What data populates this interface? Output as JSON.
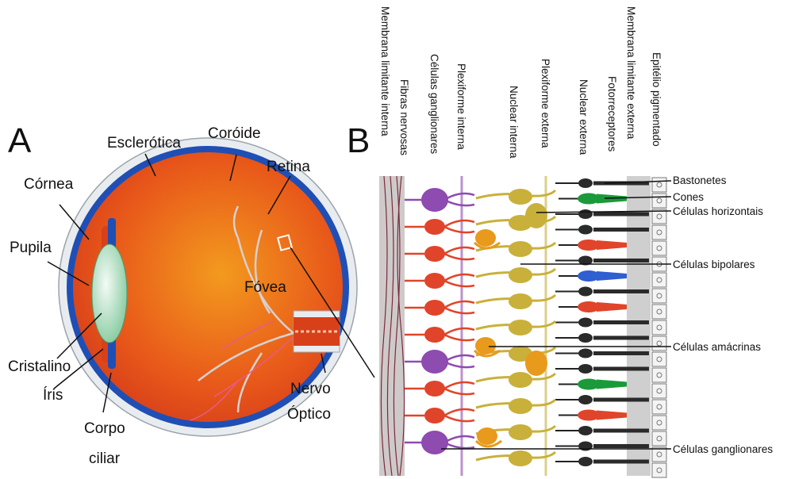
{
  "panels": {
    "a": "A",
    "b": "B"
  },
  "eye_labels": {
    "esclerotica": "Esclerótica",
    "coroide": "Coróide",
    "cornea": "Córnea",
    "retina": "Retina",
    "pupila": "Pupila",
    "fovea": "Fóvea",
    "cristalino": "Cristalino",
    "iris": "Íris",
    "corpo_line1": "Corpo",
    "corpo_line2": "ciliar",
    "nervo_line1": "Nervo",
    "nervo_line2": "Óptico"
  },
  "layer_labels": [
    "Membrana limitante interna",
    "Fibras nervosas",
    "Células ganglionares",
    "Plexiforme interna",
    "Nuclear interna",
    "Plexiforme externa",
    "Nuclear externa",
    "Fotorreceptores",
    "Membrana limitante externa",
    "Epitélio pigmentado"
  ],
  "cell_labels": {
    "bastonetes": "Bastonetes",
    "cones": "Cones",
    "horizontais": "Células horizontais",
    "bipolares": "Células bipolares",
    "amacrinas": "Células amácrinas",
    "ganglionares": "Células ganglionares"
  },
  "colors": {
    "sclera": "#e9ecef",
    "choroid": "#1f4fb5",
    "eyeball": "#e8581a",
    "ganglion": "#8e4bb0",
    "bipolar": "#c9b03a",
    "amacrine": "#e89a1c",
    "rod": "#2a2a2a",
    "cone_green": "#1a9a3a",
    "cone_red": "#e0442a",
    "cone_blue": "#2f5fd0",
    "membrane": "#c8c8c8"
  }
}
